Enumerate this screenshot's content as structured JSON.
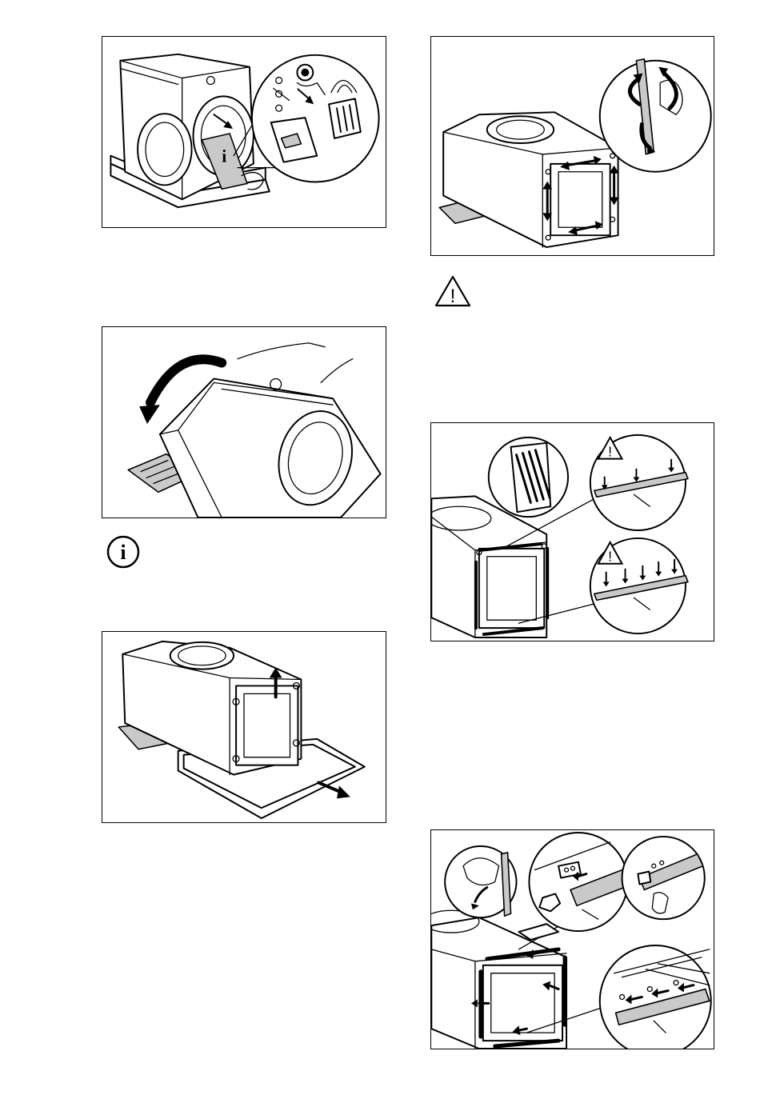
{
  "page": {
    "background": "#ffffff",
    "line_color": "#000000",
    "part_fill": "#c9c9c9"
  },
  "figures": [
    {
      "name": "remove-accessories"
    },
    {
      "name": "tilt-machine-back"
    },
    {
      "name": "lift-off-base-frame"
    },
    {
      "name": "clean-base-frame-edges"
    },
    {
      "name": "attach-foam-strips"
    },
    {
      "name": "fit-protective-profiles"
    }
  ],
  "icons": {
    "info": {
      "glyph": "i",
      "symbol": "info-circle"
    },
    "warning": {
      "glyph": "!",
      "symbol": "warning-triangle"
    }
  }
}
